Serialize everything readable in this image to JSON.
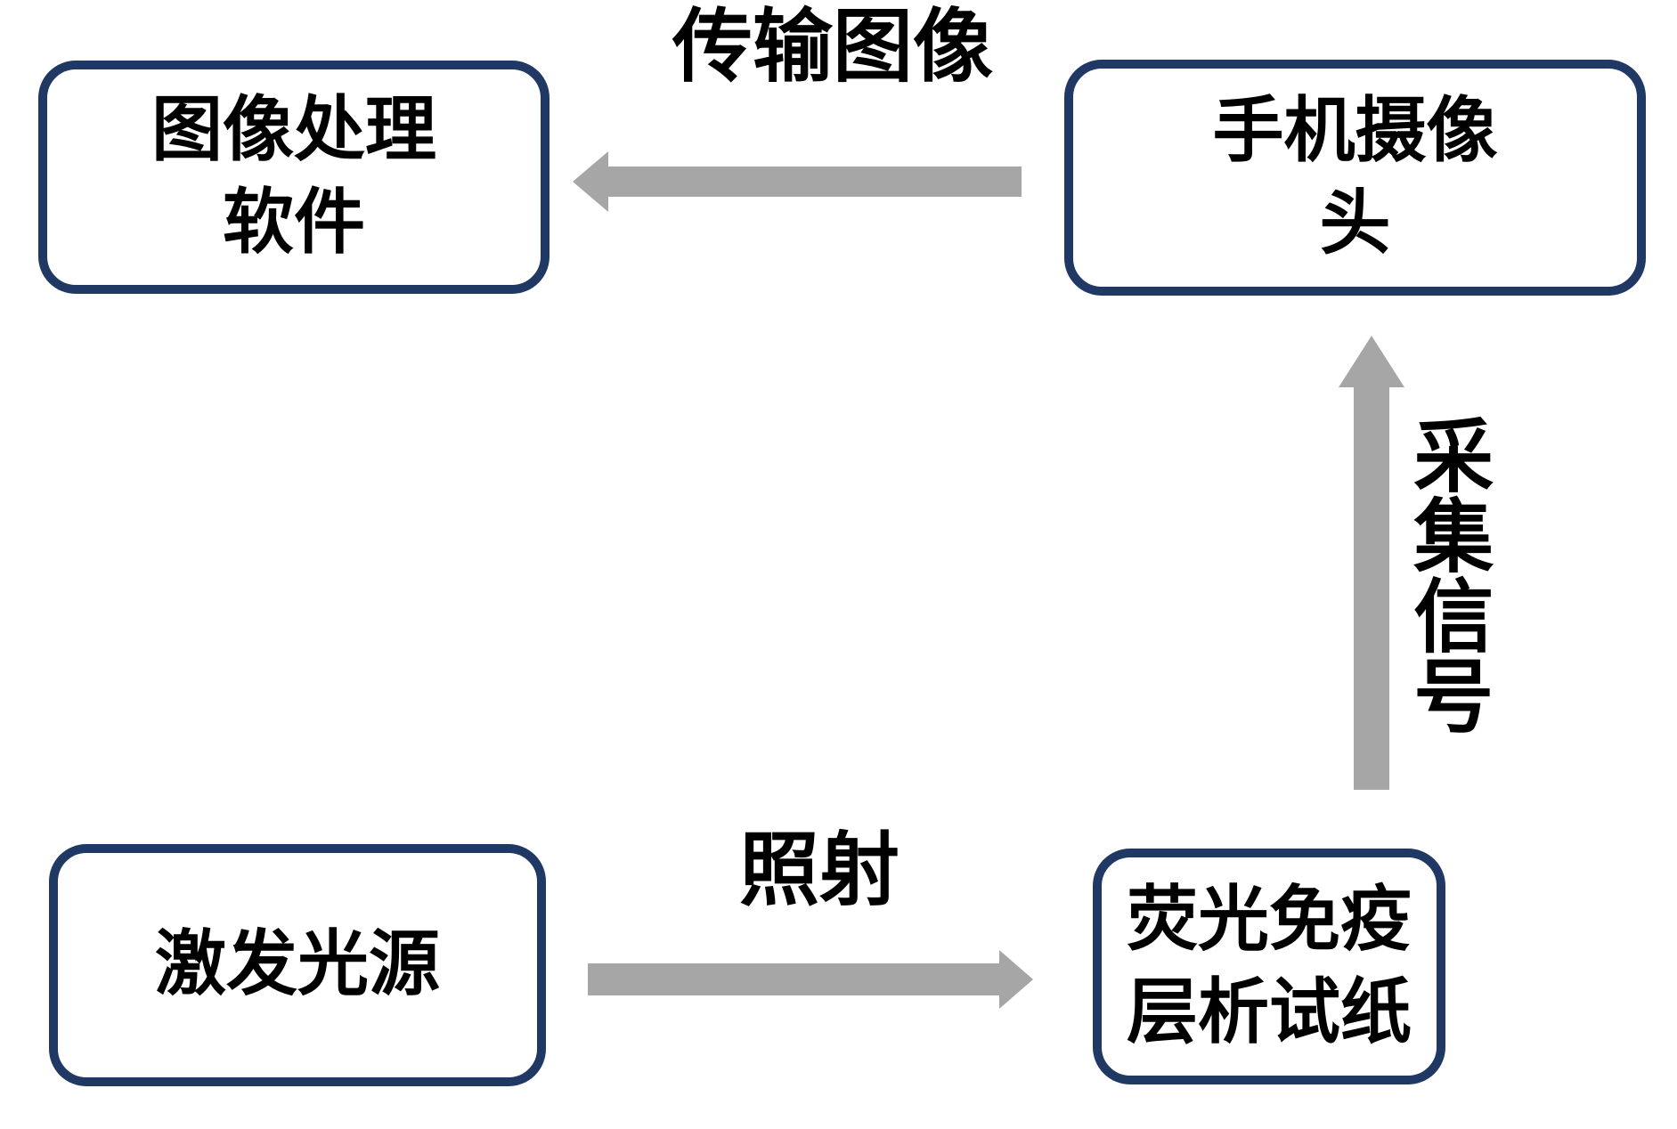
{
  "diagram": {
    "colors": {
      "background": "#ffffff",
      "box_border": "#1f3864",
      "box_fill": "#ffffff",
      "arrow": "#a6a6a6",
      "text": "#000000"
    },
    "nodes": [
      {
        "id": "image-processing-software",
        "lines": [
          "图像处理",
          "软件"
        ]
      },
      {
        "id": "phone-camera",
        "lines": [
          "手机摄像",
          "头"
        ]
      },
      {
        "id": "excitation-light-source",
        "lines": [
          "激发光源"
        ]
      },
      {
        "id": "fluorescence-test-strip",
        "lines": [
          "荧光免疫",
          "层析试纸"
        ]
      }
    ],
    "edges": [
      {
        "id": "transmit-image",
        "label": "传输图像",
        "from": "phone-camera",
        "to": "image-processing-software",
        "direction": "left"
      },
      {
        "id": "collect-signal",
        "label": "采集信号",
        "from": "fluorescence-test-strip",
        "to": "phone-camera",
        "direction": "up"
      },
      {
        "id": "irradiate",
        "label": "照射",
        "from": "excitation-light-source",
        "to": "fluorescence-test-strip",
        "direction": "right"
      }
    ]
  }
}
